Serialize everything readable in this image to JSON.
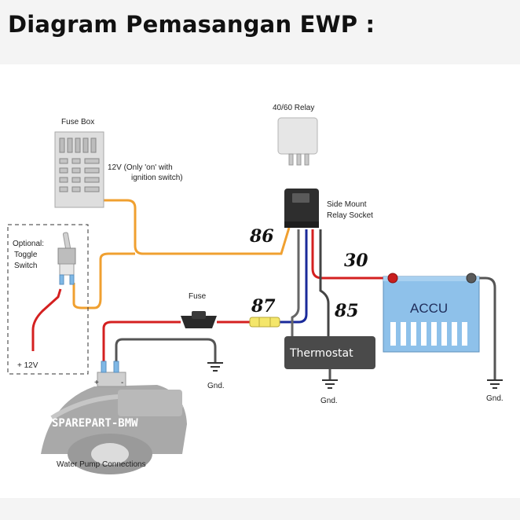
{
  "title": "Diagram Pemasangan EWP :",
  "labels": {
    "relay": "40/60 Relay",
    "fuse_box": "Fuse Box",
    "fuse_box_note_1": "12V (Only 'on' with",
    "fuse_box_note_2": "ignition switch)",
    "socket_1": "Side Mount",
    "socket_2": "Relay Socket",
    "toggle_1": "Optional:",
    "toggle_2": "Toggle",
    "toggle_3": "Switch",
    "plus12v": "+ 12V",
    "fuse": "Fuse",
    "pin_86": "86",
    "pin_30": "30",
    "pin_87": "87",
    "pin_85": "85",
    "accu": "ACCU",
    "thermostat": "Thermostat",
    "gnd_1": "Gnd.",
    "gnd_2": "Gnd.",
    "gnd_3": "Gnd.",
    "pump_plus": "+",
    "pump_minus": "-",
    "watermark": "SPAREPART-BMW",
    "pump": "Water Pump Connections"
  },
  "colors": {
    "orange_wire": "#f0a030",
    "red_wire": "#d42020",
    "blue_wire": "#1a2a9a",
    "gray_wire": "#555555",
    "battery": "#8ec1ea",
    "fuse_yellow": "#f4e66a",
    "thermostat_box": "#4a4a4a"
  }
}
